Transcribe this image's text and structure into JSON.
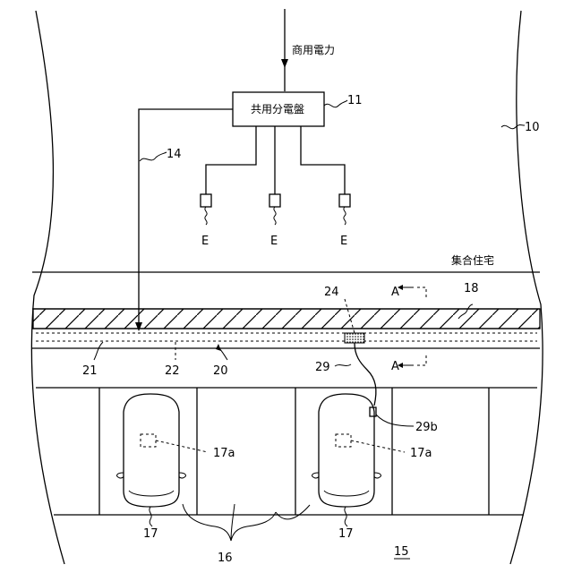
{
  "labels": {
    "power_source": "商用電力",
    "distribution_board": "共用分電盤",
    "building": "集合住宅",
    "ref_10": "10",
    "ref_11": "11",
    "ref_14": "14",
    "ref_15": "15",
    "ref_16": "16",
    "ref_17_left": "17",
    "ref_17_right": "17",
    "ref_17a_left": "17a",
    "ref_17a_right": "17a",
    "ref_18": "18",
    "ref_20": "20",
    "ref_21": "21",
    "ref_22": "22",
    "ref_24": "24",
    "ref_29": "29",
    "ref_29b": "29b",
    "load_e_1": "E",
    "load_e_2": "E",
    "load_e_3": "E",
    "section_a_top": "A",
    "section_a_bottom": "A"
  }
}
